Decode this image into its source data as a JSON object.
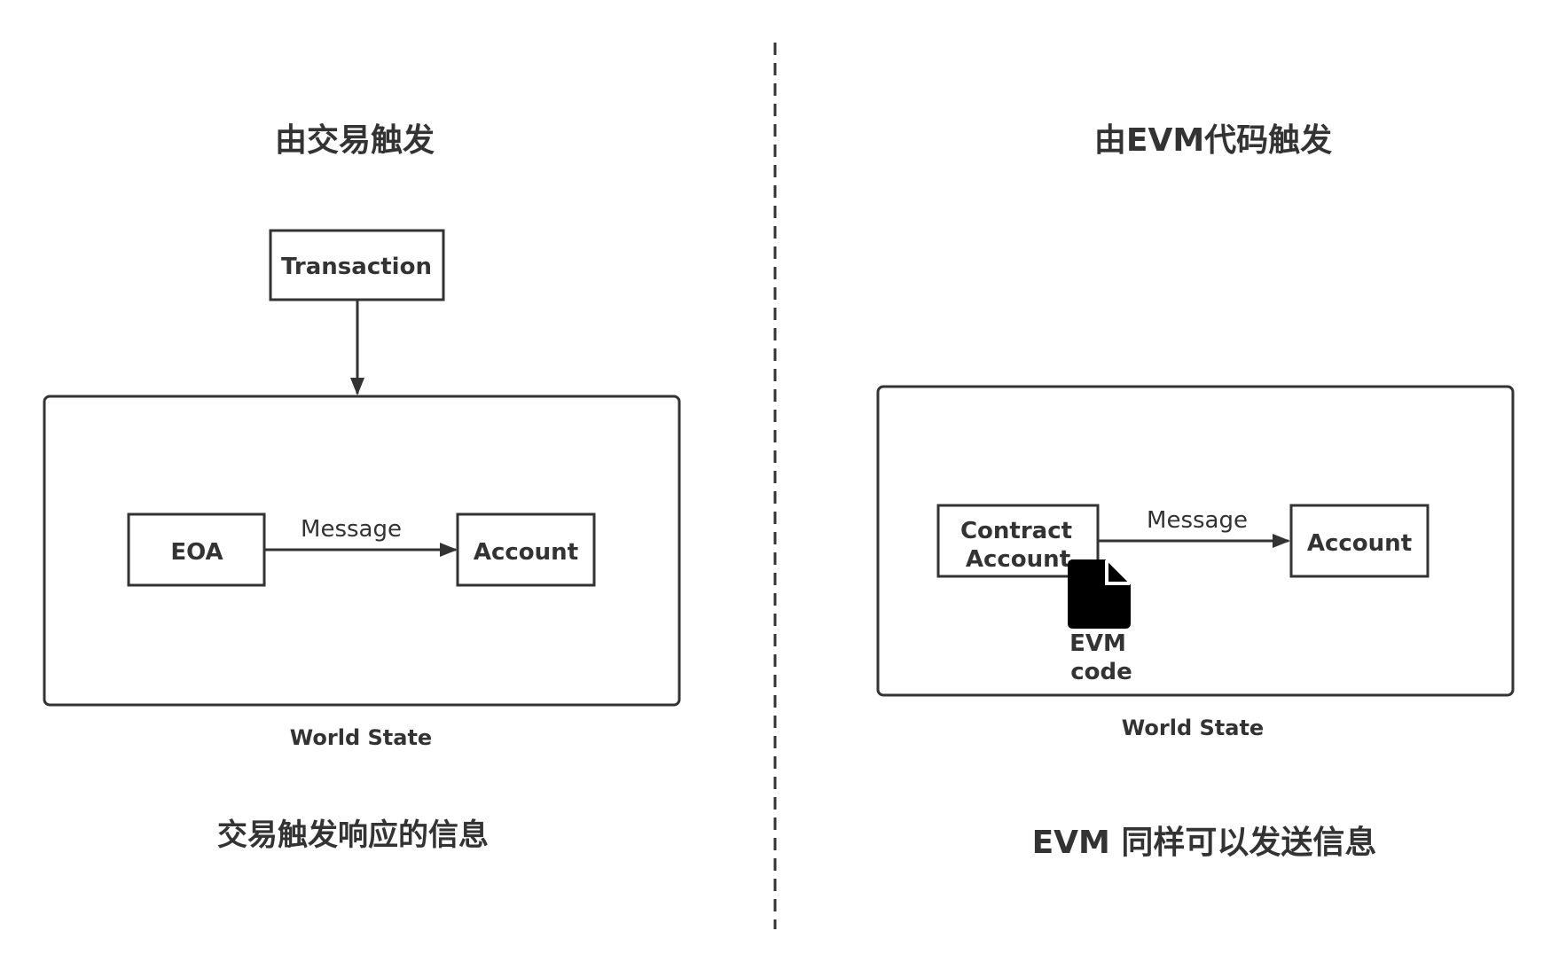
{
  "left": {
    "heading": "由交易触发",
    "transaction_label": "Transaction",
    "eoa_label": "EOA",
    "message_label": "Message",
    "account_label": "Account",
    "world_state_label": "World State",
    "caption": "交易触发响应的信息"
  },
  "right": {
    "heading": "由EVM代码触发",
    "contract_account_label_line1": "Contract",
    "contract_account_label_line2": "Account",
    "message_label": "Message",
    "account_label": "Account",
    "evm_code_label_line1": "EVM",
    "evm_code_label_line2": "code",
    "world_state_label": "World State",
    "caption": "EVM 同样可以发送信息"
  },
  "icons": {
    "evm_code_icon": "document-icon"
  },
  "colors": {
    "stroke": "#333333",
    "text": "#333333",
    "background": "#ffffff",
    "icon_fill": "#000000"
  }
}
